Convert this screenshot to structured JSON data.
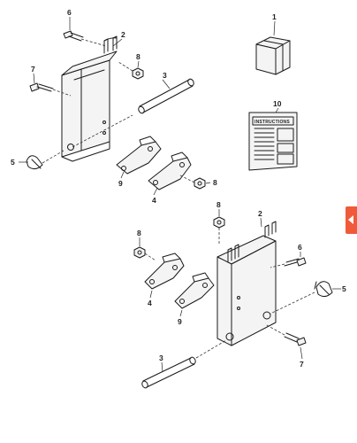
{
  "callouts": {
    "top": {
      "bolt_a": "6",
      "bracket": "2",
      "nut_top": "8",
      "bolt_side": "7",
      "pin": "3",
      "clip": "5",
      "plate_a": "9",
      "plate_b": "4",
      "nut_low": "8"
    },
    "bottom": {
      "nut_top": "8",
      "bracket": "2",
      "bolt_a": "6",
      "clip": "5",
      "nut_left": "8",
      "plate_b": "4",
      "plate_a": "9",
      "pin": "3",
      "bolt_low": "7"
    },
    "kit": "1",
    "instructions": "10"
  },
  "instructions_sheet": {
    "title": "INSTRUCTIONS"
  },
  "side_tab": {
    "color": "#f05a3a",
    "icon": "caret-left-icon"
  }
}
